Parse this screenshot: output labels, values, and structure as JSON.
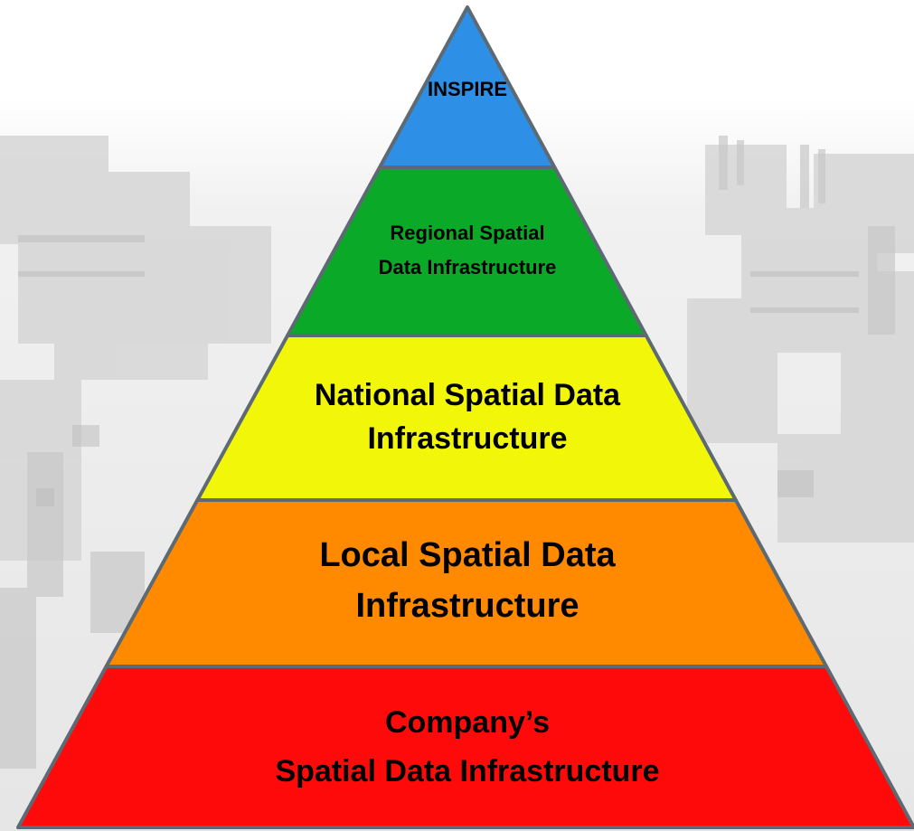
{
  "diagram": {
    "type": "pyramid",
    "tiers": [
      {
        "label_lines": [
          "INSPIRE"
        ],
        "color": "#2E8FE6"
      },
      {
        "label_lines": [
          "Regional Spatial",
          "Data Infrastructure"
        ],
        "color": "#0AAA28"
      },
      {
        "label_lines": [
          "National Spatial Data",
          "Infrastructure"
        ],
        "color": "#F2F70A"
      },
      {
        "label_lines": [
          "Local Spatial Data",
          "Infrastructure"
        ],
        "color": "#FF8A00"
      },
      {
        "label_lines": [
          "Company’s",
          "Spatial Data Infrastructure"
        ],
        "color": "#FF0A0A"
      }
    ],
    "outline_color": "#5E6A73",
    "background": "faded grayscale aerial city photo"
  }
}
